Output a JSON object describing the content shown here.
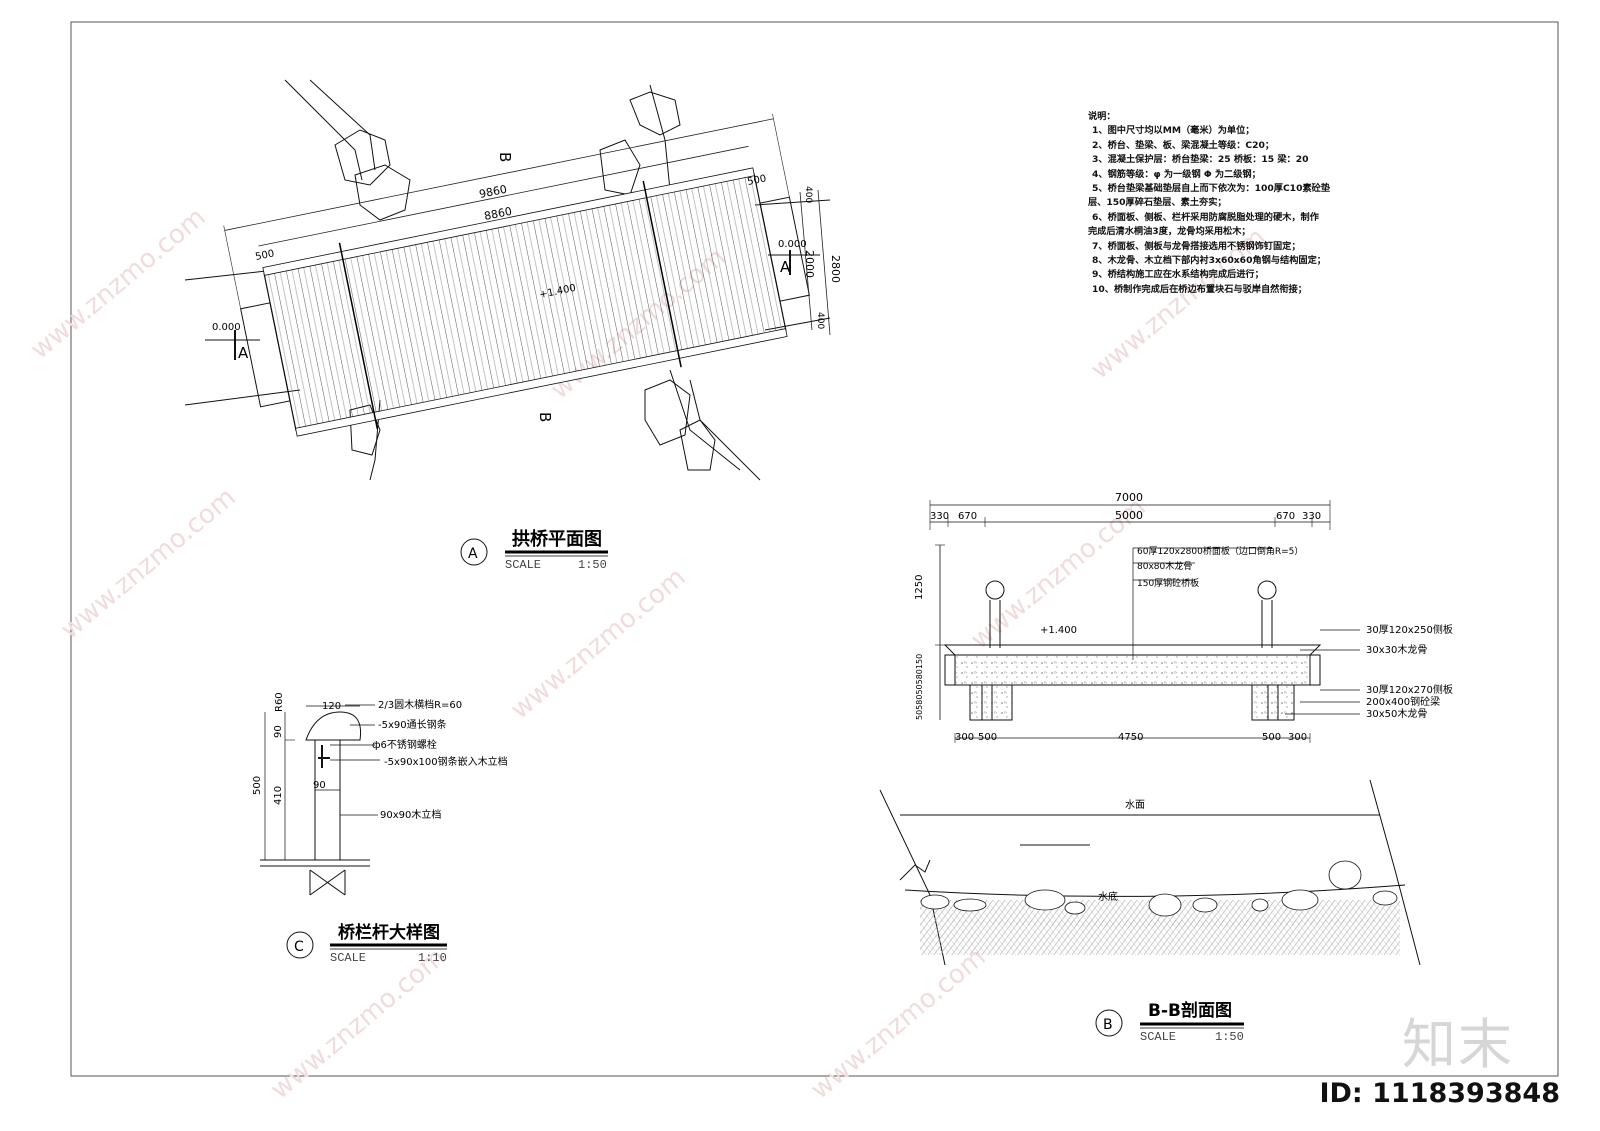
{
  "plan_view": {
    "title": "拱桥平面图",
    "marker": "A",
    "scale_label": "SCALE",
    "scale_value": "1:50",
    "dims": {
      "overall": "9860",
      "deck": "8860",
      "end_left": "500",
      "end_right": "500",
      "width_total": "2800",
      "width_deck": "2000",
      "width_top": "400",
      "width_bottom": "400"
    },
    "elev_left": "0.000",
    "elev_right": "0.000",
    "elev_center": "+1.400",
    "section_a": "A",
    "section_b": "B"
  },
  "notes": {
    "heading": "说明：",
    "items": [
      "1、图中尺寸均以MM（毫米）为单位；",
      "2、桥台、垫梁、板、梁混凝土等级：C20；",
      "3、混凝土保护层：桥台垫梁：25   桥板：15   梁：20",
      "4、钢筋等级：φ 为一级钢 Φ 为二级钢；",
      "5、桥台垫梁基础垫层自上而下依次为：100厚C10素砼垫",
      "层、150厚碎石垫层、素土夯实；",
      "6、桥面板、侧板、栏杆采用防腐脱脂处理的硬木，制作",
      "完成后清水桐油3度，龙骨均采用松木；",
      "7、桥面板、侧板与龙骨搭接选用不锈钢饰钉固定；",
      "8、木龙骨、木立档下部内衬3x60x60角钢与结构固定；",
      "9、桥结构施工应在水系结构完成后进行；",
      "10、桥制作完成后在桥边布置块石与驳岸自然衔接；"
    ]
  },
  "section_view": {
    "title": "B-B剖面图",
    "marker": "B",
    "scale_label": "SCALE",
    "scale_value": "1:50",
    "dims_top": {
      "overall": "7000",
      "mid": "5000",
      "l1": "330",
      "l2": "670",
      "r1": "670",
      "r2": "330"
    },
    "dims_bottom": {
      "l1": "300",
      "l2": "500",
      "mid": "4750",
      "r1": "500",
      "r2": "300"
    },
    "dims_left": {
      "h1": "1250",
      "h2": "5058050580150"
    },
    "elev": "+1.400",
    "labels_top": [
      "60厚120x2800桥面板（边口倒角R=5）",
      "80x80木龙骨",
      "150厚钢砼桥板"
    ],
    "labels_right": [
      "30厚120x250侧板",
      "30x30木龙骨",
      "30厚120x270侧板",
      "200x400钢砼梁",
      "30x50木龙骨"
    ],
    "water_surface": "水面",
    "water_bottom": "水底"
  },
  "railing_view": {
    "title": "桥栏杆大样图",
    "marker": "C",
    "scale_label": "SCALE",
    "scale_value": "1:10",
    "dims": {
      "r": "R60",
      "w": "120",
      "h_total": "500",
      "h_top": "90",
      "h_post": "410",
      "post_w": "90"
    },
    "labels": [
      "2/3圆木横档R=60",
      "-5x90通长钢条",
      "ф6不锈钢螺栓",
      "-5x90x100钢条嵌入木立档",
      "90x90木立档"
    ]
  },
  "watermark": {
    "logo": "知末",
    "id": "ID: 1118393848",
    "site": "www.znzmo.com"
  }
}
